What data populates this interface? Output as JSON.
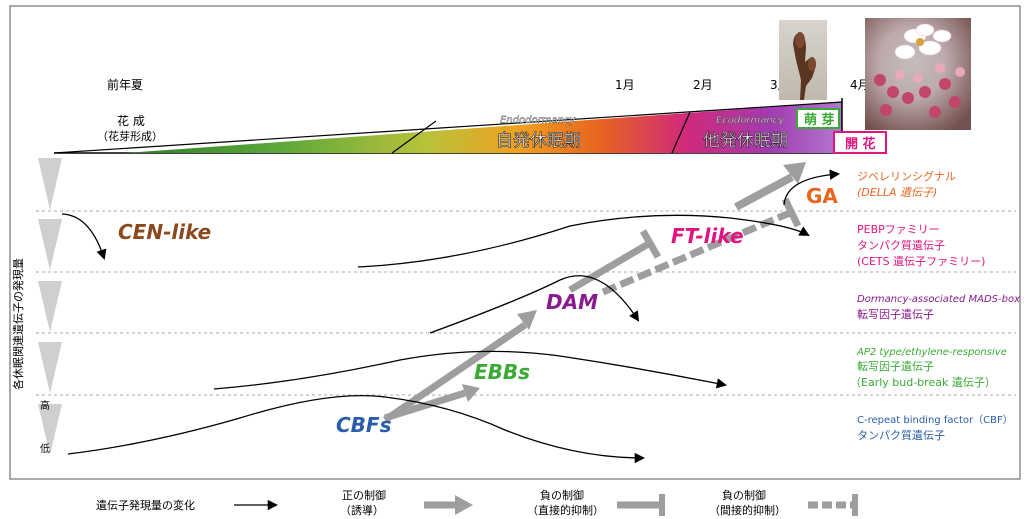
{
  "timeline": {
    "summer_label": "前年夏",
    "months": [
      "1月",
      "2月",
      "3月",
      "4月"
    ]
  },
  "flowering": {
    "title": "花 成",
    "subtitle": "（花芽形成）"
  },
  "endo": {
    "en": "Endodormancy",
    "ja": "自発休眠期"
  },
  "eco": {
    "en": "Ecodormancy",
    "ja": "他発休眠期"
  },
  "badges": {
    "bud": "萌 芽",
    "bloom": "開 花"
  },
  "axis": {
    "title": "各休眠関連遺伝子の発現量",
    "high": "高",
    "low": "低"
  },
  "genes": {
    "ga": {
      "label": "GA",
      "color": "#e8651e"
    },
    "cen": {
      "label": "CEN-like",
      "color": "#8b4a1e"
    },
    "ft": {
      "label": "FT-like",
      "color": "#e0157f"
    },
    "dam": {
      "label": "DAM",
      "color": "#8a1b8f"
    },
    "ebbs": {
      "label": "EBBs",
      "color": "#3aaa35"
    },
    "cbfs": {
      "label": "CBFs",
      "color": "#2a5da8"
    }
  },
  "descriptions": {
    "ga": {
      "line1": "ジベレリンシグナル",
      "line2": "(DELLA 遺伝子)"
    },
    "pebp": {
      "line1": "PEBPファミリー",
      "line2": "タンパク質遺伝子",
      "line3": "(CETS 遺伝子ファミリー)"
    },
    "dam": {
      "line1": "Dormancy-associated MADS-box",
      "line2": "転写因子遺伝子"
    },
    "ap2": {
      "line1": "AP2 type/ethylene-responsive",
      "line2": "転写因子遺伝子",
      "line3": "（Early bud-break 遺伝子）"
    },
    "cbf": {
      "line1": "C-repeat binding factor（CBF）",
      "line2": "タンパク質遺伝子"
    }
  },
  "legend": {
    "change": "遺伝子発現量の変化",
    "positive": {
      "line1": "正の制御",
      "line2": "（誘導）"
    },
    "neg_direct": {
      "line1": "負の制御",
      "line2": "（直接的抑制）"
    },
    "neg_indirect": {
      "line1": "負の制御",
      "line2": "（間接的抑制）"
    }
  }
}
